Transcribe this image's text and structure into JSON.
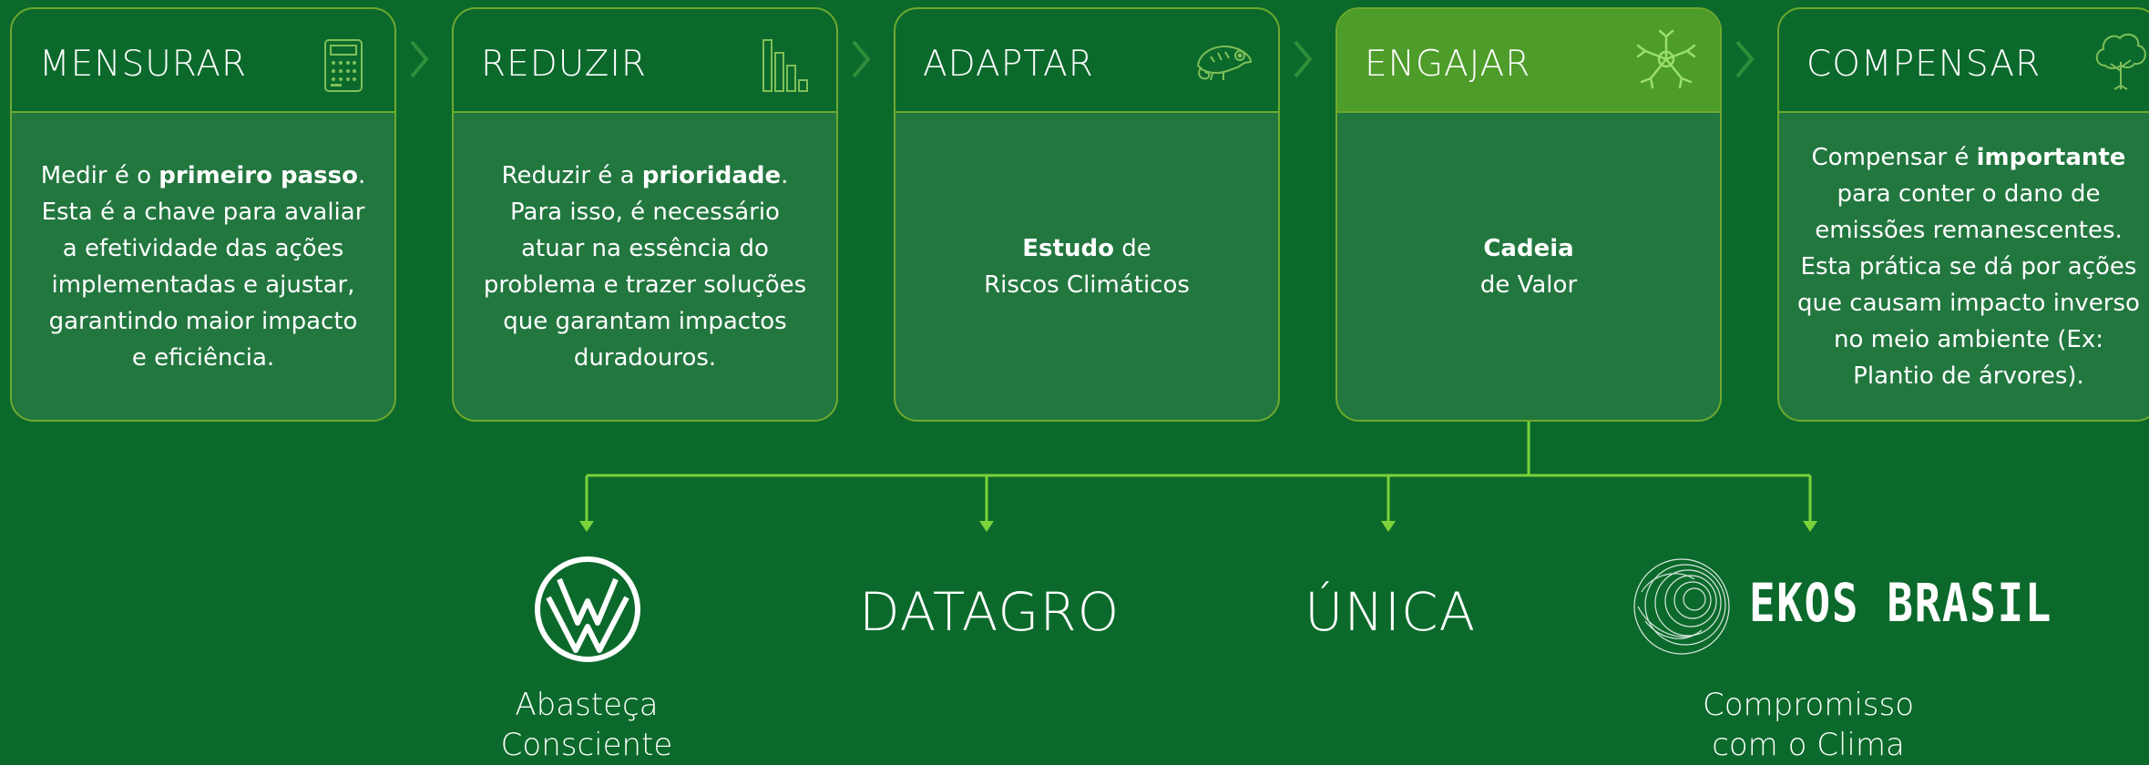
{
  "colors": {
    "background": "#0b6a2b",
    "card_body": "#22773f",
    "card_border": "#6ea92f",
    "active_header": "#4e9c2a",
    "connector": "#7bd23a"
  },
  "steps": [
    {
      "title": "MENSURAR",
      "icon": "calculator-icon",
      "body": [
        [
          "Medir é o ",
          false
        ],
        [
          "primeiro passo",
          true
        ],
        [
          ". Esta é a chave para avaliar a efetividade das ações implementadas e ajustar, garantindo maior impacto e eficiência.",
          false
        ]
      ]
    },
    {
      "title": "REDUZIR",
      "icon": "bar-chart-icon",
      "body": [
        [
          "Reduzir é a ",
          false
        ],
        [
          "prioridade",
          true
        ],
        [
          ". Para isso, é necessário atuar na essência do problema e trazer soluções que garantam impactos duradouros.",
          false
        ]
      ]
    },
    {
      "title": "ADAPTAR",
      "icon": "chameleon-icon",
      "body": [
        [
          "Estudo",
          true
        ],
        [
          " de Riscos Climáticos",
          false
        ]
      ]
    },
    {
      "title": "ENGAJAR",
      "icon": "handshake-group-icon",
      "body": [
        [
          "Cadeia",
          true
        ],
        [
          " de Valor",
          false
        ]
      ]
    },
    {
      "title": "COMPENSAR",
      "icon": "tree-icon",
      "body": [
        [
          "Compensar é ",
          false
        ],
        [
          "importante",
          true
        ],
        [
          " para conter o dano de emissões remanescentes. Esta prática se dá por ações que causam impacto inverso no meio ambiente (Ex: Plantio de árvores).",
          false
        ]
      ]
    }
  ],
  "partners": [
    {
      "logo": "volkswagen-logo",
      "name": "",
      "caption": "Abasteça Consciente"
    },
    {
      "logo": "datagro-logo",
      "name": "DATAGRO",
      "caption": ""
    },
    {
      "logo": "unica-logo",
      "name": "ÚNICA",
      "caption": ""
    },
    {
      "logo": "ekos-brasil-logo",
      "name": "EKOS BRASIL",
      "caption": "Compromisso com o Clima"
    }
  ]
}
